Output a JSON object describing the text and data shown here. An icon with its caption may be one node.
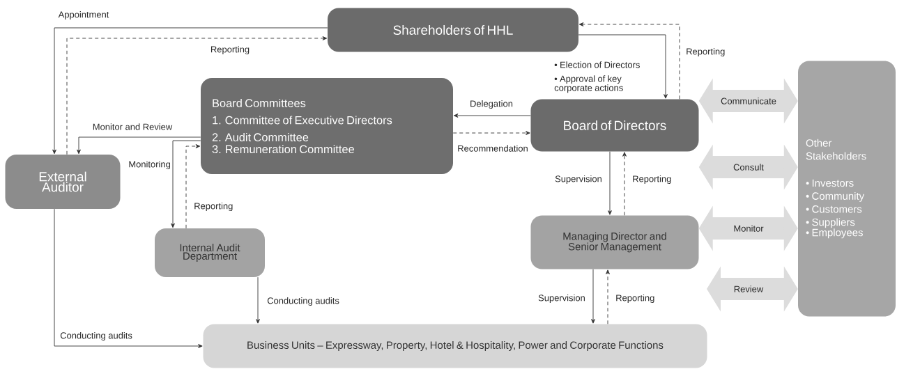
{
  "diagram": {
    "nodes": [
      {
        "text": [
          "Shareholders of HHL"
        ]
      },
      {
        "text": [
          "Board Committees",
          "1. Committee of Executive Directors",
          "2. Audit Committee",
          "3. Remuneration Committee"
        ]
      },
      {
        "text": [
          "Board of Directors"
        ]
      },
      {
        "text": [
          "External Auditor"
        ]
      },
      {
        "text": [
          "Internal Audit Department"
        ]
      },
      {
        "text": [
          "Managing Director and Senior Management"
        ]
      },
      {
        "text": [
          "Business Units – Expressway, Property, Hotel & Hospitality, Power and Corporate Functions"
        ]
      },
      {
        "text": [
          "Other Stakeholders",
          "• Investors",
          "• Community",
          "• Customers",
          "• Suppliers",
          "• Employees"
        ]
      }
    ],
    "edges": [
      {
        "from": 0,
        "to": 3,
        "arrow": "to",
        "label": "Appointment"
      },
      {
        "from": 3,
        "to": 0,
        "arrow": "to",
        "label": "Reporting",
        "style": "dashed"
      },
      {
        "from": 0,
        "to": 2,
        "arrow": "to"
      },
      {
        "from": 2,
        "to": 0,
        "arrow": "to",
        "label": "Reporting",
        "style": "dashed"
      },
      {
        "from": 2,
        "to": 1,
        "arrow": "to",
        "label": "Delegation"
      },
      {
        "from": 1,
        "to": 2,
        "arrow": "to",
        "label": "Recommendation",
        "style": "dashed"
      },
      {
        "from": 1,
        "to": 3,
        "arrow": "to",
        "label": "Monitor and Review"
      },
      {
        "from": 1,
        "to": 4,
        "arrow": "to",
        "label": "Monitoring"
      },
      {
        "from": 4,
        "to": 1,
        "arrow": "to",
        "label": "Reporting",
        "style": "dashed"
      },
      {
        "from": 2,
        "to": 5,
        "arrow": "to",
        "label": "Supervision"
      },
      {
        "from": 5,
        "to": 2,
        "arrow": "to",
        "label": "Reporting",
        "style": "dashed"
      },
      {
        "from": 4,
        "to": 6,
        "arrow": "to",
        "label": "Conducting audits"
      },
      {
        "from": 3,
        "to": 6,
        "arrow": "to",
        "label": "Conducting audits"
      },
      {
        "from": 5,
        "to": 6,
        "arrow": "to",
        "label": "Supervision"
      },
      {
        "from": 6,
        "to": 5,
        "arrow": "to",
        "label": "Reporting",
        "style": "dashed"
      },
      {
        "from": 2,
        "to": 7,
        "arrow": "both",
        "label": "Communicate",
        "style": "thick",
        "color": "#dcdcdc"
      },
      {
        "from": 2,
        "to": 7,
        "arrow": "both",
        "label": "Consult",
        "style": "thick",
        "color": "#dcdcdc"
      },
      {
        "from": 5,
        "to": 7,
        "arrow": "both",
        "label": "Monitor",
        "style": "thick",
        "color": "#dcdcdc"
      },
      {
        "from": null,
        "to": 7,
        "arrow": "both",
        "label": "Review",
        "style": "thick",
        "color": "#dcdcdc"
      }
    ],
    "labels": [
      "• Election of Directors",
      "• Approval of key corporate actions"
    ]
  }
}
